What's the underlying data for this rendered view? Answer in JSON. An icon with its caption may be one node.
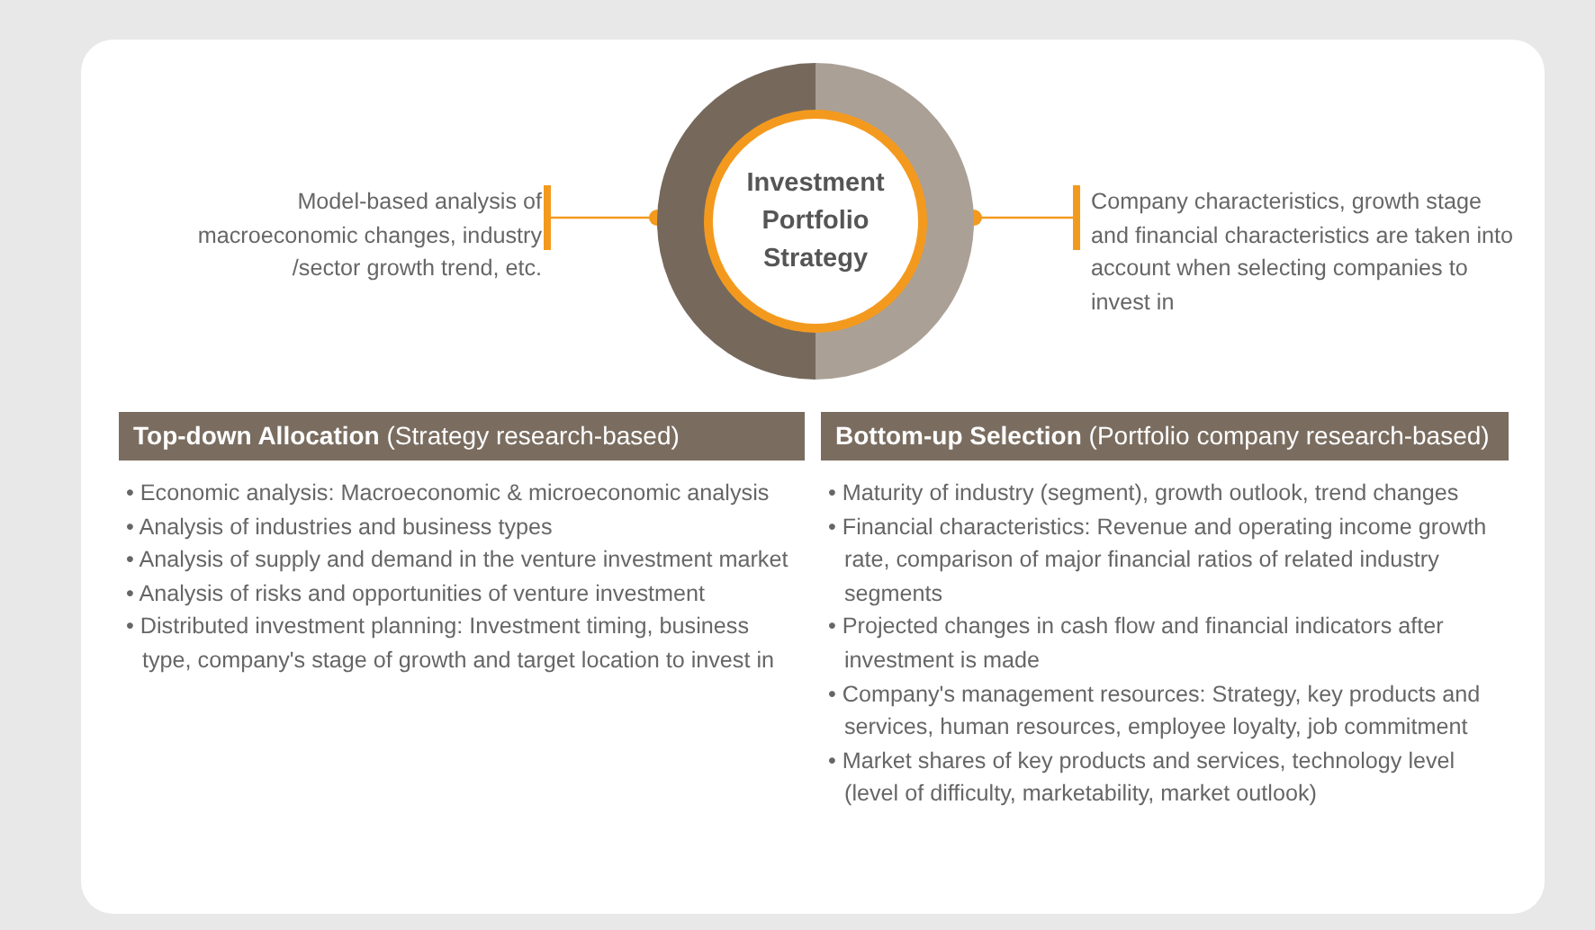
{
  "diagram": {
    "nodes": [
      {
        "text": [
          "Investment Portfolio Strategy"
        ]
      },
      {
        "text": [
          "Model-based analysis of macroeconomic changes, industry /sector growth trend, etc."
        ]
      },
      {
        "text": [
          "Company characteristics, growth stage and financial characteristics are taken into account when selecting companies to invest in"
        ]
      },
      {
        "text": [
          "**Top-down Allocation** (Strategy research-based)"
        ]
      },
      {
        "text": [
          "**Bottom-up Selection** (Portfolio company research-based)"
        ]
      }
    ],
    "edges": [
      {
        "from": 1,
        "to": 0,
        "arrow": "other"
      },
      {
        "from": 2,
        "to": 0,
        "arrow": "other"
      }
    ],
    "labels": [
      "• Economic analysis: Macroeconomic & microeconomic analysis",
      "• Analysis of industries and business types",
      "• Analysis of supply and demand in the venture investment market",
      "• Analysis of risks and opportunities of venture investment",
      "• Distributed investment planning: Investment timing, business type, company's stage of growth and target location to invest in",
      "• Maturity of industry (segment), growth outlook, trend changes",
      "• Financial characteristics: Revenue and operating income growth rate, comparison of major financial ratios of related industry segments",
      "• Projected changes in cash flow and financial indicators after investment is made",
      "• Company's management resources: Strategy, key products and services, human resources, employee loyalty, job commitment",
      "• Market shares of key products and services, technology level (level of difficulty, marketability, market outlook)"
    ]
  }
}
